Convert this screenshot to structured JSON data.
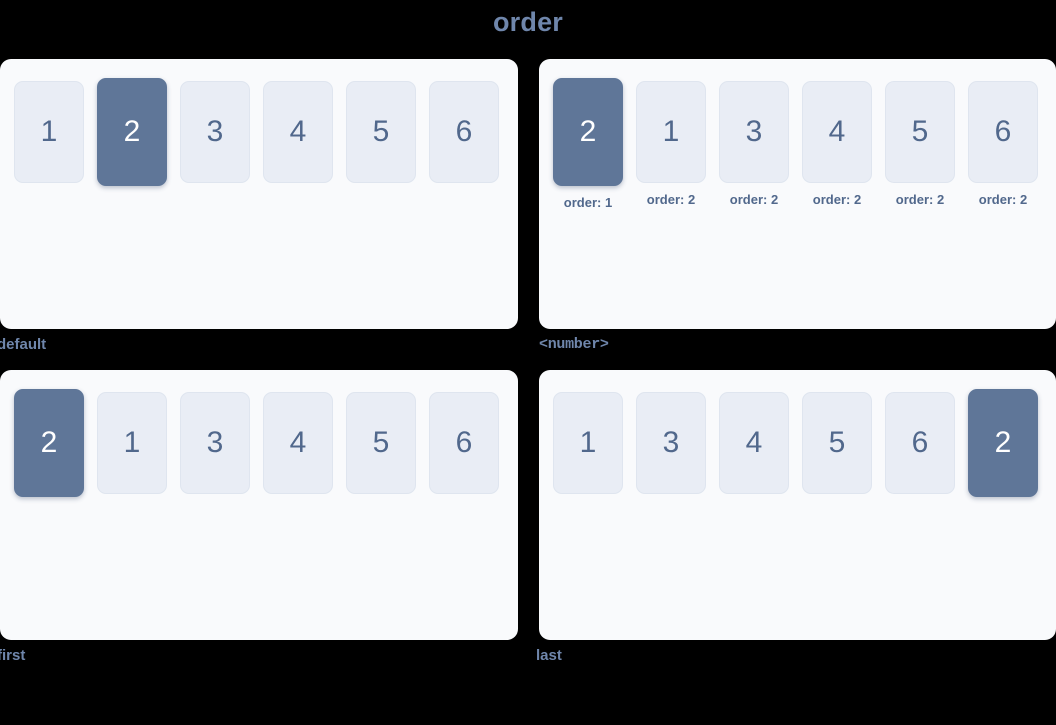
{
  "header": {
    "title": "order"
  },
  "theme": {
    "background": "#000000",
    "panel_background": "#f9fafc",
    "tile_background": "#e9edf5",
    "tile_border": "#dfe5ef",
    "tile_text": "#51688c",
    "tile_active_background": "#5f7698",
    "tile_active_text": "#ffffff",
    "label_text": "#6f86ab"
  },
  "panels": [
    {
      "label": "default",
      "label_mono": false,
      "items": [
        {
          "value": "1",
          "active": false,
          "caption": ""
        },
        {
          "value": "2",
          "active": true,
          "caption": ""
        },
        {
          "value": "3",
          "active": false,
          "caption": ""
        },
        {
          "value": "4",
          "active": false,
          "caption": ""
        },
        {
          "value": "5",
          "active": false,
          "caption": ""
        },
        {
          "value": "6",
          "active": false,
          "caption": ""
        }
      ]
    },
    {
      "label": "<number>",
      "label_mono": true,
      "items": [
        {
          "value": "2",
          "active": true,
          "caption": "order: 1"
        },
        {
          "value": "1",
          "active": false,
          "caption": "order: 2"
        },
        {
          "value": "3",
          "active": false,
          "caption": "order: 2"
        },
        {
          "value": "4",
          "active": false,
          "caption": "order: 2"
        },
        {
          "value": "5",
          "active": false,
          "caption": "order: 2"
        },
        {
          "value": "6",
          "active": false,
          "caption": "order: 2"
        }
      ]
    },
    {
      "label": "first",
      "label_mono": false,
      "items": [
        {
          "value": "2",
          "active": true,
          "caption": ""
        },
        {
          "value": "1",
          "active": false,
          "caption": ""
        },
        {
          "value": "3",
          "active": false,
          "caption": ""
        },
        {
          "value": "4",
          "active": false,
          "caption": ""
        },
        {
          "value": "5",
          "active": false,
          "caption": ""
        },
        {
          "value": "6",
          "active": false,
          "caption": ""
        }
      ]
    },
    {
      "label": "last",
      "label_mono": false,
      "items": [
        {
          "value": "1",
          "active": false,
          "caption": ""
        },
        {
          "value": "3",
          "active": false,
          "caption": ""
        },
        {
          "value": "4",
          "active": false,
          "caption": ""
        },
        {
          "value": "5",
          "active": false,
          "caption": ""
        },
        {
          "value": "6",
          "active": false,
          "caption": ""
        },
        {
          "value": "2",
          "active": true,
          "caption": ""
        }
      ]
    }
  ]
}
